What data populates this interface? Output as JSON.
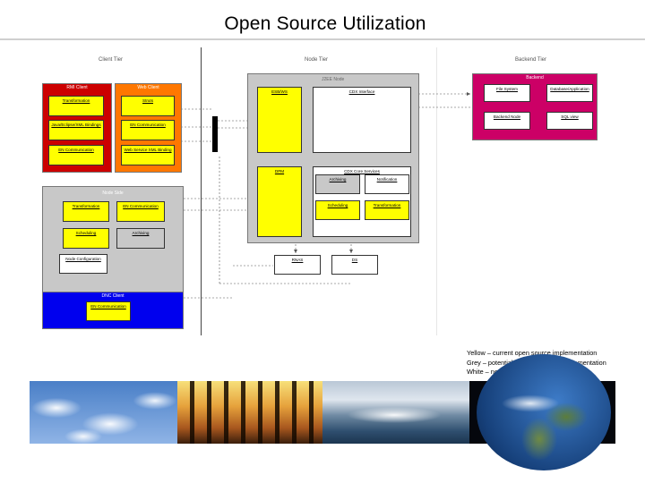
{
  "slide": {
    "title": "Open Source Utilization"
  },
  "diagram": {
    "tiers": {
      "client": "Client Tier",
      "node": "Node Tier",
      "backend": "Backend Tier"
    },
    "rmi_client": {
      "title": "RMI Client",
      "items": [
        "Transformation",
        "Java/Eclipse/XML Bindings",
        "EN Communication"
      ]
    },
    "web_client": {
      "title": "Web Client",
      "items": [
        "Struts",
        "EN Communication",
        "Web Service XML Binding"
      ]
    },
    "node_side": {
      "title": "Node Side",
      "items": [
        "Transformation",
        "EN Communication",
        "Scheduling",
        "Archiving",
        "Node Configuration"
      ]
    },
    "dnc_client": {
      "title": "DNC Client",
      "items": [
        "EN Communication"
      ]
    },
    "node": {
      "title": "J2EE Node",
      "esb": "ESB/WS",
      "cdx_interface": "CDX Interface",
      "dpm": "DPM",
      "cdx_core_services": "CDX Core Services",
      "core_items": [
        "Archiving",
        "Notification",
        "Scheduling",
        "Transformation"
      ],
      "bottom_left": "RNAS",
      "bottom_right": "DS"
    },
    "backend": {
      "title": "Backend",
      "items": [
        "File System",
        "Database/Application",
        "Backend Node",
        "SQL view"
      ]
    }
  },
  "legend": [
    "Yellow – current open source implementation",
    "Grey – potential for open source implementation",
    "White – not applicable"
  ],
  "colors": {
    "current_open_source": "#ffff00",
    "potential_open_source": "#c8c8c8",
    "not_applicable": "#ffffff",
    "rmi_client": "#cc0000",
    "web_client": "#ff7700",
    "dnc_client": "#0000ee",
    "backend": "#cc0066"
  },
  "photo_strip": [
    "clouds-photo",
    "forest-sunset-photo",
    "ocean-wave-photo",
    "earth-globe-photo"
  ]
}
